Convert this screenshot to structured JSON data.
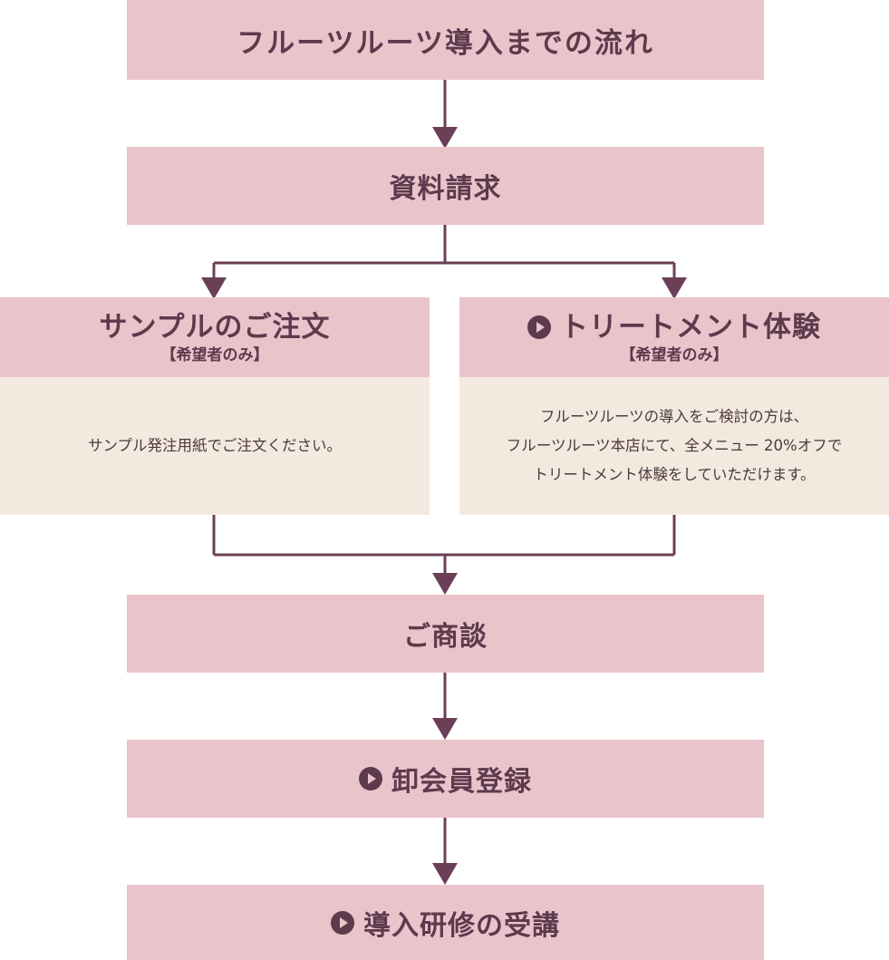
{
  "title": "フルーツルーツ導入までの流れ",
  "steps": {
    "request": "資料請求",
    "consult": "ご商談",
    "wholesale": "卸会員登録",
    "training": "導入研修の受講"
  },
  "left": {
    "heading": "サンプルのご注文",
    "note": "【希望者のみ】",
    "body": "サンプル発注用紙でご注文ください。"
  },
  "right": {
    "heading": "トリートメント体験",
    "note": "【希望者のみ】",
    "body": [
      "フルーツルーツの導入をご検討の方は、",
      "フルーツルーツ本店にて、全メニュー 20%オフで",
      "トリートメント体験をしていただけます。"
    ]
  },
  "icons": [
    "play-icon"
  ],
  "colors": {
    "box": "#eac4cb",
    "panel": "#f4e9de",
    "line": "#6b3f55",
    "text": "#5e3a4d"
  }
}
